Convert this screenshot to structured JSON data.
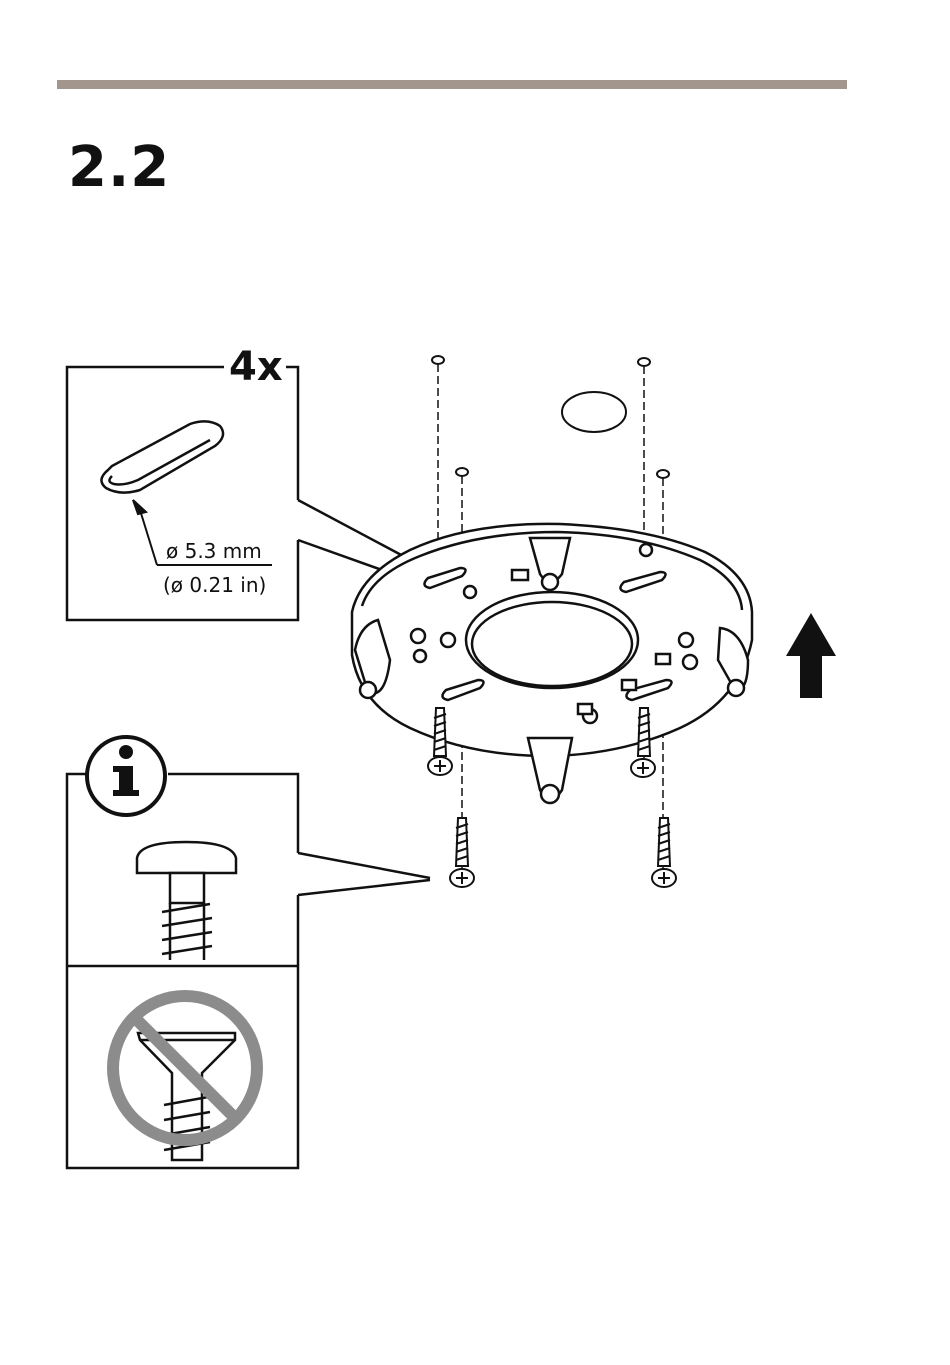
{
  "section": {
    "step_number": "2.2"
  },
  "hole_callout": {
    "count": "4x",
    "diameter_mm": "ø 5.3 mm",
    "diameter_in": "(ø 0.21 in)"
  },
  "info_callout": {
    "icon": "info-icon",
    "correct_screw": "pan-head-screw-icon",
    "incorrect_screw": "countersunk-screw-prohibited-icon"
  },
  "colors": {
    "rule": "#a3968c",
    "ink": "#111111",
    "prohibition": "#8c8c8c"
  }
}
